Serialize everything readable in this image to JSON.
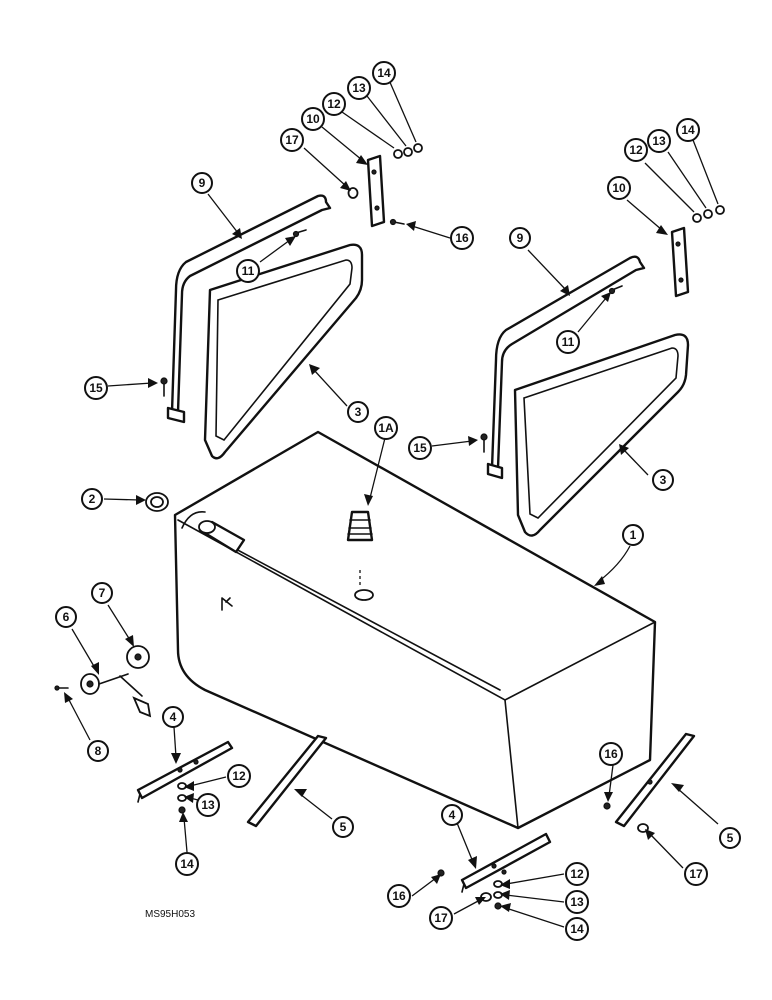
{
  "diagram": {
    "caption": "MS95H053",
    "callouts": [
      "1",
      "1A",
      "2",
      "3",
      "4",
      "5",
      "6",
      "7",
      "8",
      "9",
      "10",
      "11",
      "12",
      "13",
      "14",
      "15",
      "16",
      "17"
    ]
  }
}
